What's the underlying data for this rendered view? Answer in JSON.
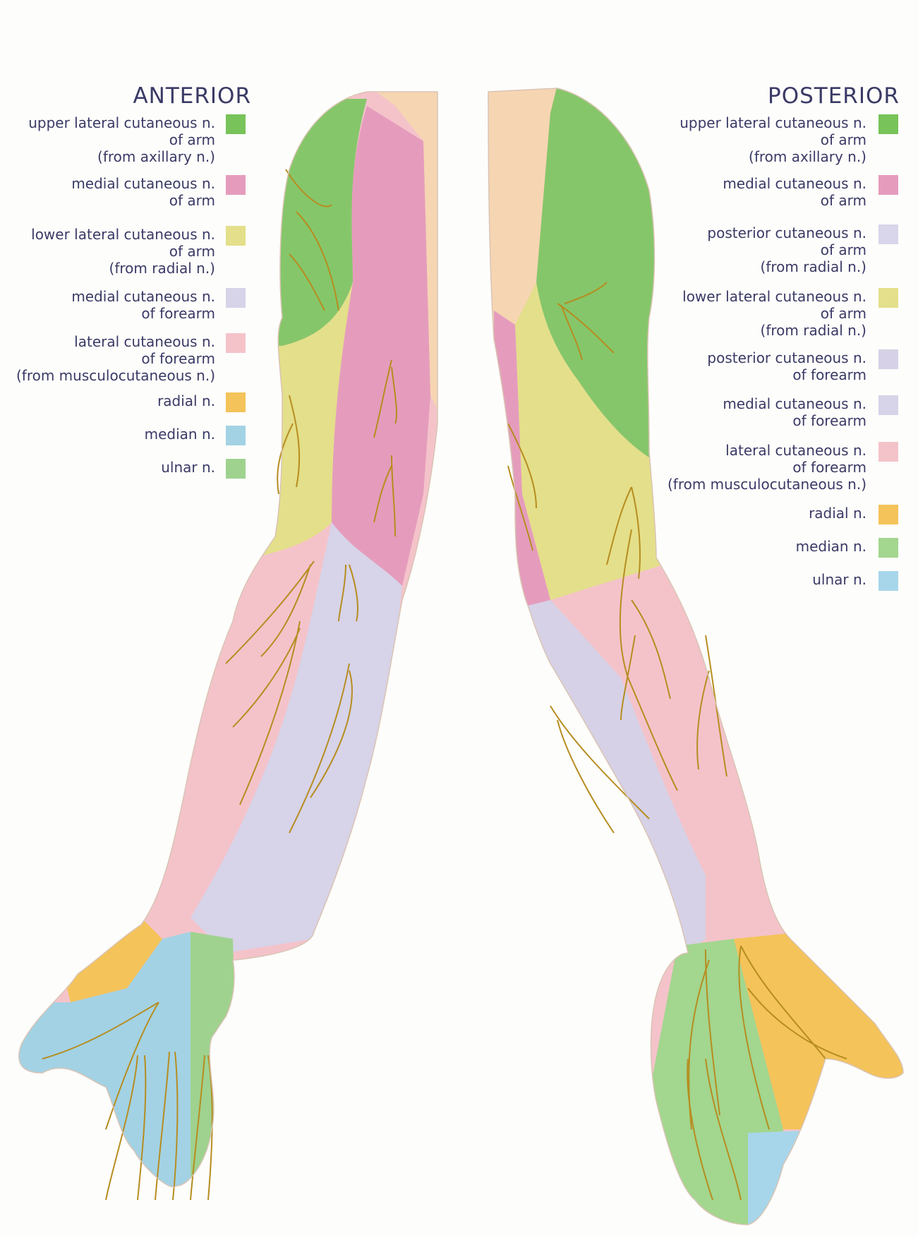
{
  "titles": {
    "anterior": "ANTERIOR",
    "posterior": "POSTERIOR"
  },
  "colors": {
    "upper_lateral": "#7cc35e",
    "medial_arm": "#e59cbc",
    "lower_lateral": "#e4df8a",
    "medial_forearm": "#d7d3e8",
    "lateral_forearm": "#f4c3ca",
    "radial": "#f4c35a",
    "median_ant": "#a3d2e4",
    "ulnar_ant": "#9fd28f",
    "posterior_arm": "#d9d5ea",
    "posterior_forearm": "#d6d1e6",
    "median_post": "#a3d68e",
    "ulnar_post": "#a7d6ea",
    "skin": "#f6d5b3",
    "nerve": "#b68d20"
  },
  "anterior_legend": [
    {
      "lines": [
        "upper lateral cutaneous n.",
        "of arm",
        "(from axillary n.)"
      ],
      "color": "#78c35a"
    },
    {
      "lines": [
        "medial cutaneous n.",
        "of arm"
      ],
      "color": "#e59cbc"
    },
    {
      "lines": [
        "lower lateral cutaneous n.",
        "of arm",
        "(from radial n.)"
      ],
      "color": "#e4df8a"
    },
    {
      "lines": [
        "medial cutaneous n.",
        "of forearm"
      ],
      "color": "#d7d3e8"
    },
    {
      "lines": [
        "lateral cutaneous n.",
        "of forearm",
        "(from musculocutaneous n.)"
      ],
      "color": "#f4c3ca"
    },
    {
      "lines": [
        "radial n."
      ],
      "color": "#f4c35a"
    },
    {
      "lines": [
        "median n."
      ],
      "color": "#a3d2e4"
    },
    {
      "lines": [
        "ulnar n."
      ],
      "color": "#9fd28f"
    }
  ],
  "posterior_legend": [
    {
      "lines": [
        "upper lateral cutaneous n.",
        "of arm",
        "(from axillary n.)"
      ],
      "color": "#78c35a"
    },
    {
      "lines": [
        "medial cutaneous n.",
        "of arm"
      ],
      "color": "#e59cbc"
    },
    {
      "lines": [
        "posterior cutaneous n.",
        "of arm",
        "(from radial n.)"
      ],
      "color": "#d9d5ea"
    },
    {
      "lines": [
        "lower lateral cutaneous n.",
        "of arm",
        "(from radial n.)"
      ],
      "color": "#e4df8a"
    },
    {
      "lines": [
        "posterior cutaneous n.",
        "of forearm"
      ],
      "color": "#d6d1e6"
    },
    {
      "lines": [
        "medial cutaneous n.",
        "of forearm"
      ],
      "color": "#d7d3e8"
    },
    {
      "lines": [
        "lateral cutaneous n.",
        "of forearm",
        "(from musculocutaneous n.)"
      ],
      "color": "#f4c3ca"
    },
    {
      "lines": [
        "radial n."
      ],
      "color": "#f4c35a"
    },
    {
      "lines": [
        "median n."
      ],
      "color": "#a3d68e"
    },
    {
      "lines": [
        "ulnar n."
      ],
      "color": "#a7d6ea"
    }
  ]
}
